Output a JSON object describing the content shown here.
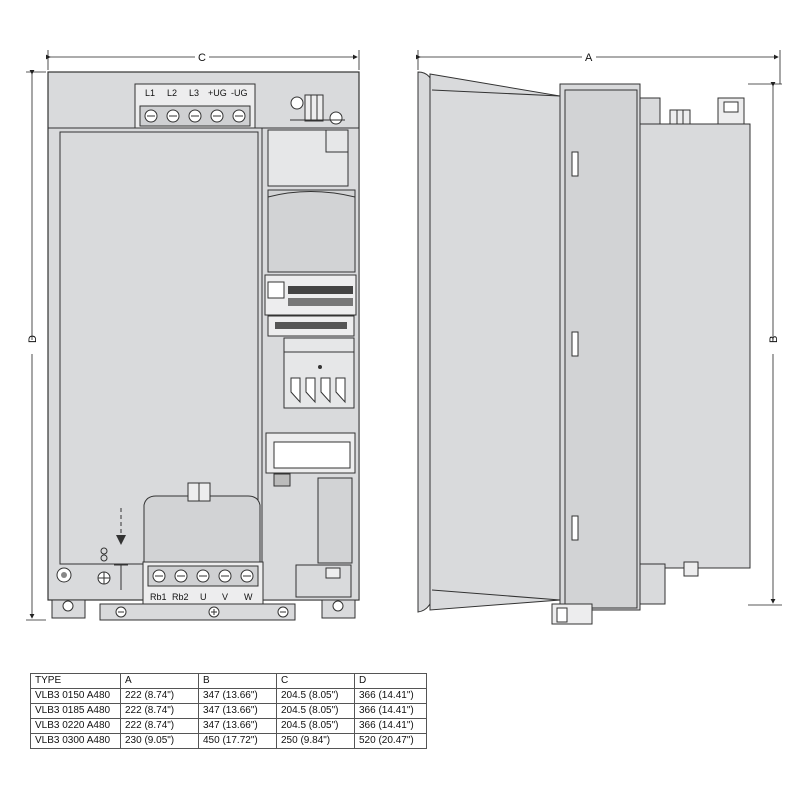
{
  "dimension_labels": {
    "a": "A",
    "b": "B",
    "c": "C",
    "d": "D"
  },
  "top_terminals": [
    "L1",
    "L2",
    "L3",
    "+UG",
    "-UG"
  ],
  "bottom_terminals": [
    "Rb1",
    "Rb2",
    "U",
    "V",
    "W"
  ],
  "table": {
    "headers": [
      "TYPE",
      "A",
      "B",
      "C",
      "D"
    ],
    "rows": [
      [
        "VLB3 0150 A480",
        "222 (8.74\")",
        "347 (13.66\")",
        "204.5 (8.05\")",
        "366 (14.41\")"
      ],
      [
        "VLB3 0185 A480",
        "222 (8.74\")",
        "347 (13.66\")",
        "204.5 (8.05\")",
        "366 (14.41\")"
      ],
      [
        "VLB3 0220 A480",
        "222 (8.74\")",
        "347 (13.66\")",
        "204.5 (8.05\")",
        "366 (14.41\")"
      ],
      [
        "VLB3 0300 A480",
        "230 (9.05\")",
        "450 (17.72\")",
        "250 (9.84\")",
        "520 (20.47\")"
      ]
    ]
  }
}
